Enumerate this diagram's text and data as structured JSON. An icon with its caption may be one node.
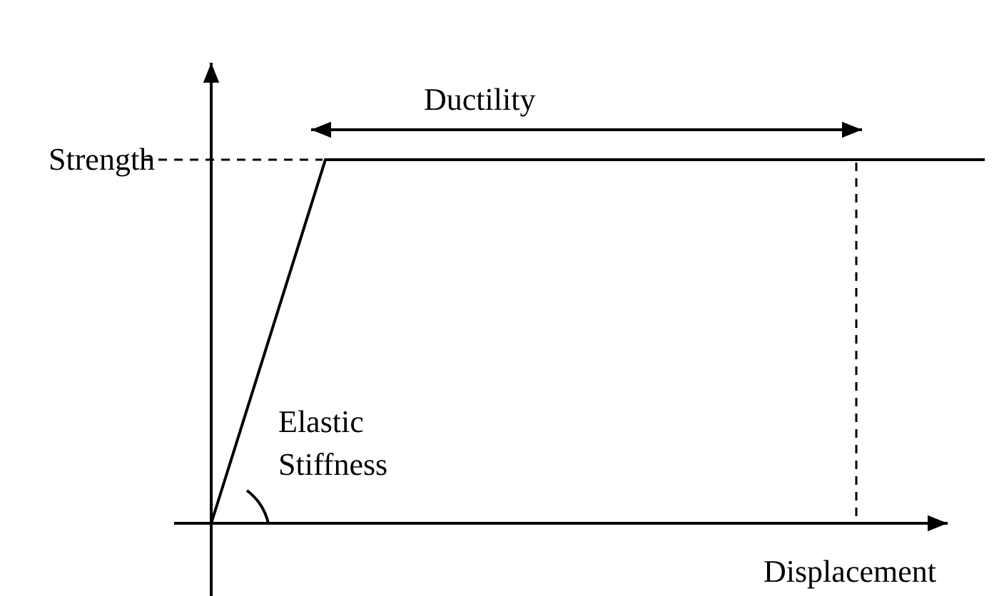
{
  "diagram": {
    "labels": [
      "Strength",
      "Ductility",
      "Elastic Stiffness",
      "Displacement"
    ]
  }
}
